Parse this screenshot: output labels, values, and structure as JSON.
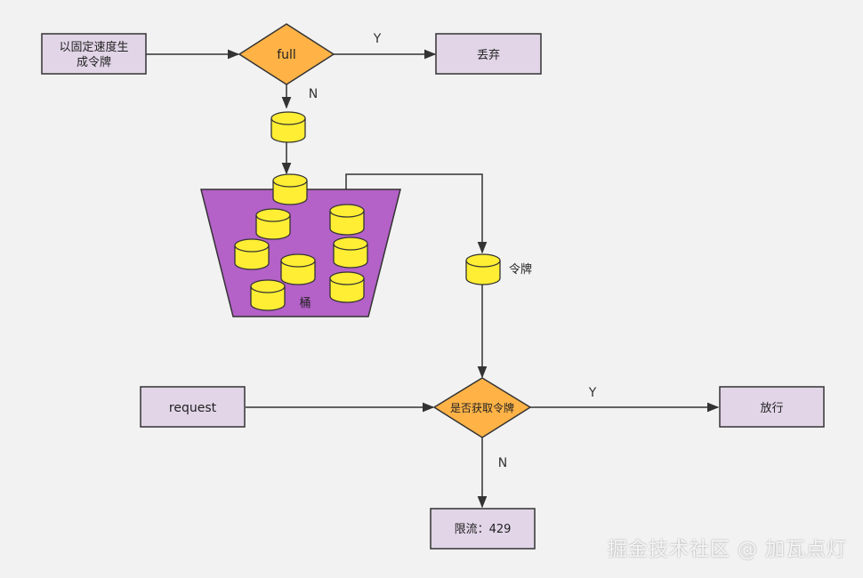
{
  "nodes": {
    "generate": {
      "line1": "以固定速度生",
      "line2": "成令牌"
    },
    "full_check": "full",
    "discard": "丢弃",
    "bucket_label": "桶",
    "token_label": "令牌",
    "request": "request",
    "get_token_check": "是否获取令牌",
    "allow": "放行",
    "limit": "限流：429"
  },
  "edge_labels": {
    "full_yes": "Y",
    "full_no": "N",
    "token_yes": "Y",
    "token_no": "N"
  },
  "watermark": "掘金技术社区 @ 加瓦点灯",
  "colors": {
    "box_fill": "#e1d5e7",
    "diamond_fill": "#ffb347",
    "bucket_fill": "#b461c8",
    "token_fill": "#ffee33"
  }
}
